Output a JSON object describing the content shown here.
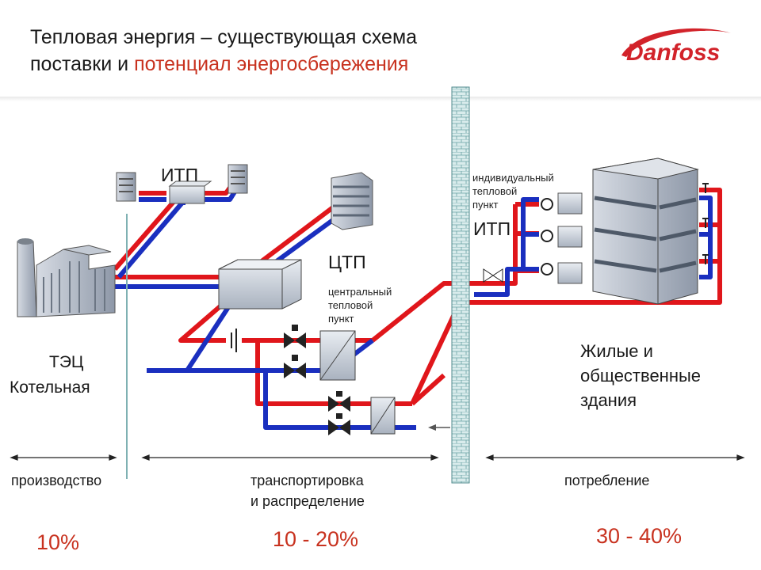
{
  "header": {
    "title_line1": "Тепловая энергия – существующая схема",
    "title_line2_plain": "поставки и",
    "title_line2_accent": "потенциал энергосбережения",
    "logo_text": "Danfoss"
  },
  "colors": {
    "supply": "#e0161b",
    "return": "#1a2fbf",
    "accent_text": "#c8321f",
    "wall": "#7fb1b3"
  },
  "labels": {
    "itp_top": "ИТП",
    "ctp": "ЦТП",
    "ctp_desc": [
      "центральный",
      "тепловой",
      "пункт"
    ],
    "itp_desc": [
      "индивидуальный",
      "тепловой",
      "пункт"
    ],
    "itp_right": "ИТП",
    "plant": [
      "ТЭЦ",
      "Котельная"
    ],
    "buildings": [
      "Жилые и",
      "общественные",
      "здания"
    ]
  },
  "sections": {
    "production": "производство",
    "transport": [
      "транспортировка",
      "и распределение"
    ],
    "consumption": "потребление"
  },
  "percentages": {
    "production": "10%",
    "transport": "10 - 20%",
    "consumption": "30 - 40%"
  },
  "icons": [
    "chp-plant-icon",
    "apartment-building-icon",
    "substation-box-icon",
    "heat-exchanger-icon",
    "valve-icon",
    "pump-icon",
    "thermostat-icon",
    "firewall-icon",
    "arrow-icon"
  ]
}
